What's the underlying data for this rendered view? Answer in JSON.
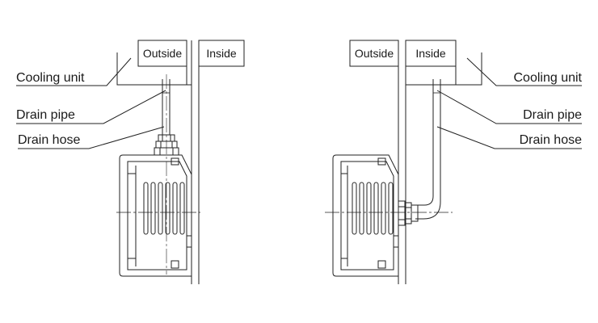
{
  "left_diagram": {
    "cooling_unit": "Cooling unit",
    "drain_pipe": "Drain pipe",
    "drain_hose": "Drain hose",
    "outside": "Outside",
    "inside": "Inside"
  },
  "right_diagram": {
    "cooling_unit": "Cooling unit",
    "drain_pipe": "Drain pipe",
    "drain_hose": "Drain hose",
    "outside": "Outside",
    "inside": "Inside"
  }
}
